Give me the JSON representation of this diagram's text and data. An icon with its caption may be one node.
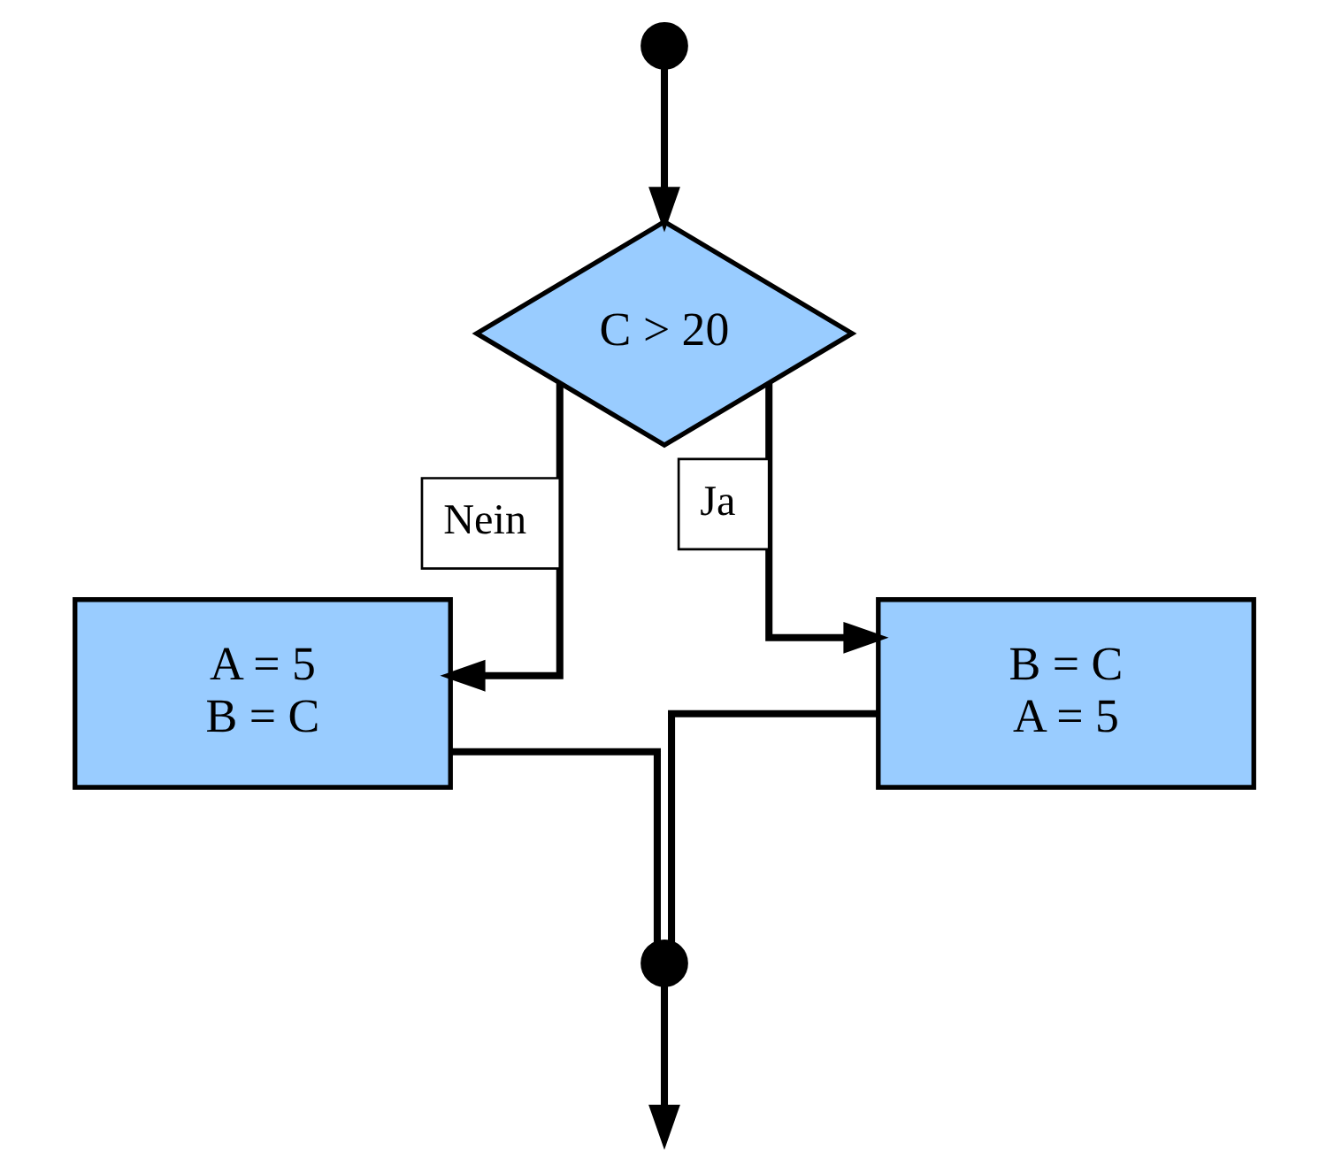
{
  "diagram": {
    "nodes": [
      {
        "text": [],
        "shape": "circle"
      },
      {
        "text": [
          "C > 20"
        ]
      },
      {
        "text": [
          "A = 5",
          "B = C"
        ]
      },
      {
        "text": [
          "B = C",
          "A = 5"
        ]
      },
      {
        "text": [],
        "shape": "circle"
      }
    ],
    "edges": [
      {
        "from": 0,
        "to": 1,
        "arrow": "to"
      },
      {
        "from": 1,
        "to": 2,
        "arrow": "to",
        "label": "Nein"
      },
      {
        "from": 1,
        "to": 3,
        "arrow": "to",
        "label": "Ja"
      },
      {
        "from": 2,
        "to": 4,
        "arrow": "none"
      },
      {
        "from": 3,
        "to": 4,
        "arrow": "none"
      },
      {
        "from": 4,
        "to": null,
        "arrow": "to"
      }
    ]
  }
}
